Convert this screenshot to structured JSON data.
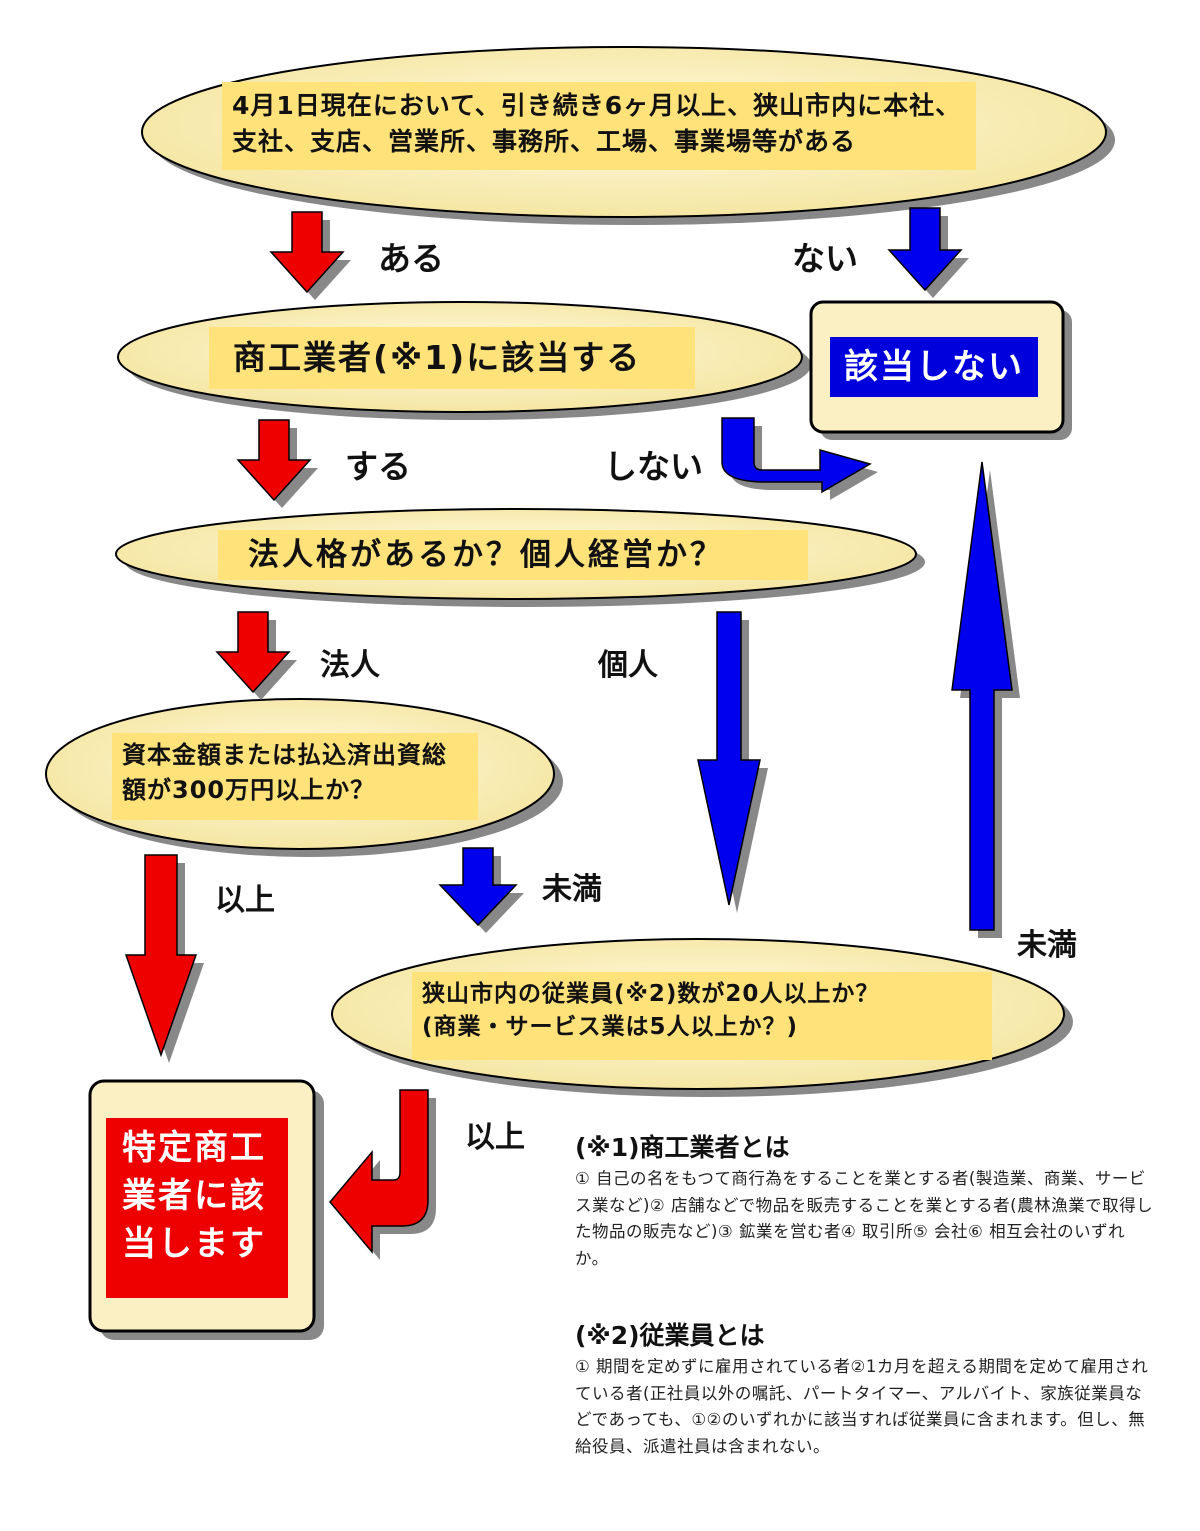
{
  "nodes": {
    "q1": "4月1日現在において、引き続き6ヶ月以上、狭山市内に本社、支社、支店、営業所、事務所、工場、事業場等がある",
    "q2": "商工業者(※1)に該当する",
    "q3": "法人格があるか？個人経営か？",
    "q4": "資本金額または払込済出資総額が300万円以上か？",
    "q5_line1": "狭山市内の従業員(※2)数が20人以上か？",
    "q5_line2": "(商業・サービス業は5人以上か？)",
    "result_no": "該当しない",
    "result_yes": "特定商工業者に該当します"
  },
  "edges": {
    "q1_yes": "ある",
    "q1_no": "ない",
    "q2_yes": "する",
    "q2_no": "しない",
    "q3_corp": "法人",
    "q3_indiv": "個人",
    "q4_over": "以上",
    "q4_under": "未満",
    "q5_under": "未満",
    "q5_over": "以上"
  },
  "notes": {
    "n1_title": "(※1)商工業者とは",
    "n1_body": "① 自己の名をもつて商行為をすることを業とする者(製造業、商業、サービス業など)② 店舗などで物品を販売することを業とする者(農林漁業で取得した物品の販売など)③ 鉱業を営む者④ 取引所⑤ 会社⑥ 相互会社のいずれか。",
    "n2_title": "(※2)従業員とは",
    "n2_body": "① 期間を定めずに雇用されている者②1カ月を超える期間を定めて雇用されている者(正社員以外の嘱託、パートタイマー、アルバイト、家族従業員などであっても、①②のいずれかに該当すれば従業員に含まれます。但し、無給役員、派遣社員は含まれない。"
  },
  "colors": {
    "yes_arrow": "#ee0000",
    "no_arrow": "#0000ee",
    "ellipse_fill": "#fbeeb4",
    "label_fill": "#ffe27a",
    "box_fill": "#fbf0c4",
    "result_no_fill": "#0000dd",
    "result_yes_fill": "#ee0000"
  }
}
